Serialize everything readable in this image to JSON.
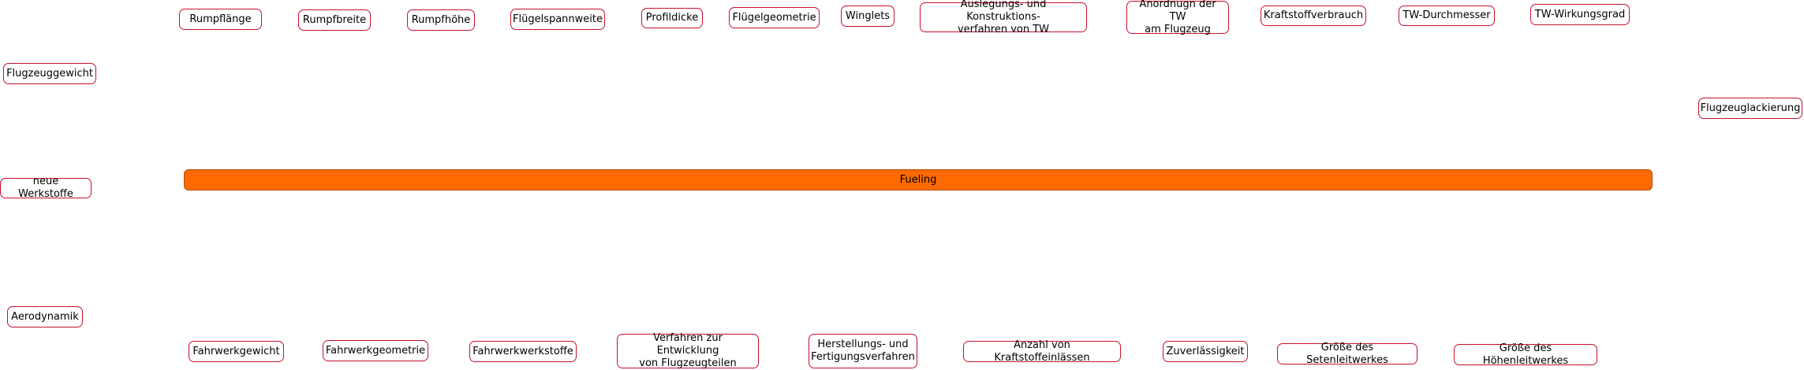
{
  "colors": {
    "node_border": "#c8102e",
    "bar_fill": "#ff6a00",
    "bar_border": "#b35200"
  },
  "top_row": [
    "Rumpflänge",
    "Rumpfbreite",
    "Rumpfhöhe",
    "Flügelspannweite",
    "Profildicke",
    "Flügelgeometrie",
    "Winglets",
    "Auslegungs- und Konstruktions-\nverfahren von TW",
    "Anordnugn der TW\nam Flugzeug",
    "Kraftstoffverbrauch",
    "TW-Durchmesser",
    "TW-Wirkungsgrad"
  ],
  "left_column": [
    "Flugzeuggewicht",
    "neue Werkstoffe",
    "Aerodynamik"
  ],
  "right_column": [
    "Flugzeuglackierung"
  ],
  "bottom_row": [
    "Fahrwerkgewicht",
    "Fahrwerkgeometrie",
    "Fahrwerkwerkstoffe",
    "Verfahren zur Entwicklung\nvon Flugzeugteilen",
    "Herstellungs- und\nFertigungsverfahren",
    "Anzahl von Kraftstoffeinlässen",
    "Zuverlässigkeit",
    "Größe des Setenleitwerkes",
    "Größe des Höhenleitwerkes"
  ],
  "central_bar": {
    "label": "Fueling"
  }
}
